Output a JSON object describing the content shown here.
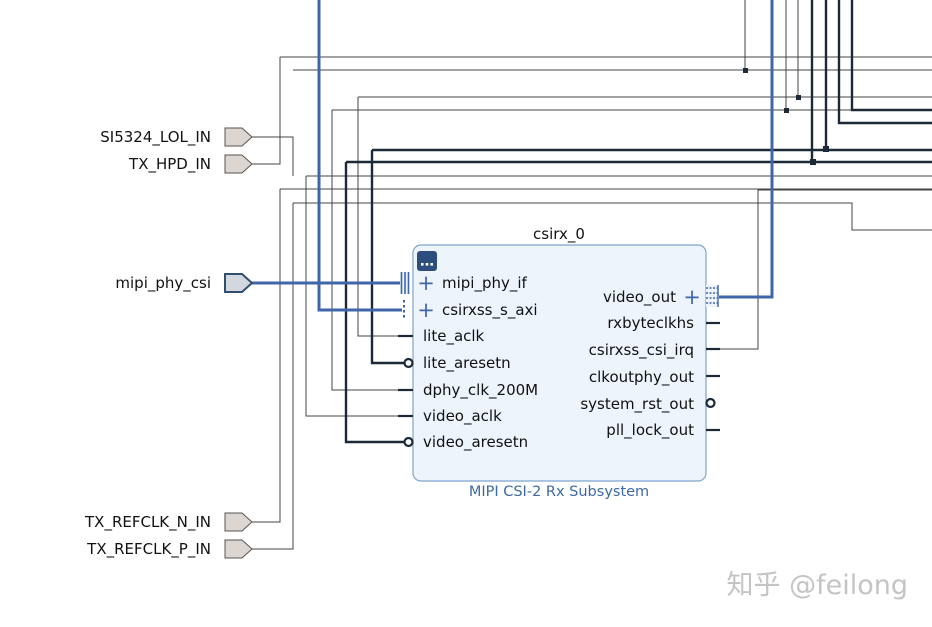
{
  "diagram": {
    "instance_name": "csirx_0",
    "ip_name": "MIPI CSI-2 Rx Subsystem",
    "external_ports": [
      {
        "id": "si5324",
        "label": "SI5324_LOL_IN",
        "type": "input"
      },
      {
        "id": "txhpd",
        "label": "TX_HPD_IN",
        "type": "input"
      },
      {
        "id": "mipi",
        "label": "mipi_phy_csi",
        "type": "interface"
      },
      {
        "id": "refclkn",
        "label": "TX_REFCLK_N_IN",
        "type": "input"
      },
      {
        "id": "refclkp",
        "label": "TX_REFCLK_P_IN",
        "type": "input"
      }
    ],
    "left_pins": [
      {
        "label": "mipi_phy_if",
        "expandable": true,
        "bus": true
      },
      {
        "label": "csirxss_s_axi",
        "expandable": true,
        "bus": true
      },
      {
        "label": "lite_aclk",
        "expandable": false,
        "bus": false
      },
      {
        "label": "lite_aresetn",
        "expandable": false,
        "bus": false,
        "active_low": true
      },
      {
        "label": "dphy_clk_200M",
        "expandable": false,
        "bus": false
      },
      {
        "label": "video_aclk",
        "expandable": false,
        "bus": false
      },
      {
        "label": "video_aresetn",
        "expandable": false,
        "bus": false,
        "active_low": true
      }
    ],
    "right_pins": [
      {
        "label": "video_out",
        "expandable": true,
        "bus": true
      },
      {
        "label": "rxbyteclkhs",
        "expandable": false,
        "bus": false
      },
      {
        "label": "csirxss_csi_irq",
        "expandable": false,
        "bus": false
      },
      {
        "label": "clkoutphy_out",
        "expandable": false,
        "bus": false
      },
      {
        "label": "system_rst_out",
        "expandable": false,
        "bus": false,
        "active_low": true
      },
      {
        "label": "pll_lock_out",
        "expandable": false,
        "bus": false
      }
    ],
    "expand_symbol": "+",
    "colors": {
      "bus_wire": "#3f66a8",
      "net_wire": "#1c2a38",
      "thin_wire": "#444444",
      "block_fill": "#eef4fc",
      "block_border": "#7fa3cf",
      "port_fill": "#ddd5cf",
      "port_border": "#555555",
      "mipi_port_fill": "#d3d8de",
      "mipi_port_border": "#2f4f6f",
      "ip_label": "#3e6aa3"
    },
    "icons": {
      "block_badge": "ip-block-badge-icon"
    }
  },
  "watermark": {
    "text": "知乎 @feilong"
  }
}
